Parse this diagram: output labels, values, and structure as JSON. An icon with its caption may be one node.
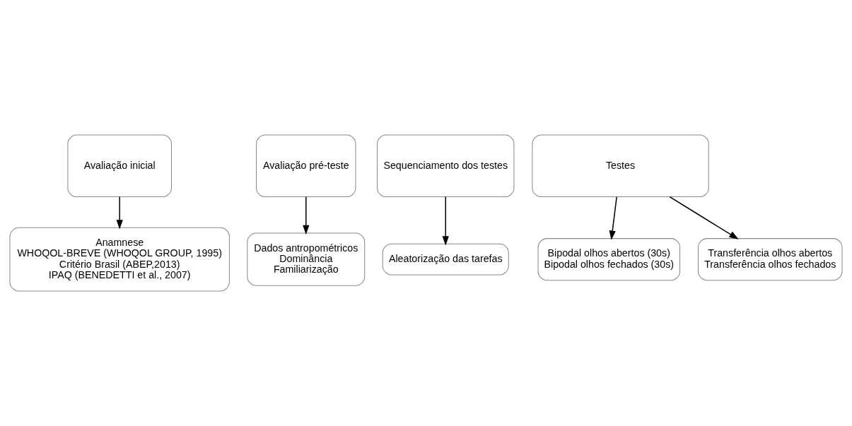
{
  "diagram": {
    "nodes": [
      {
        "text": [
          "Avaliação inicial"
        ]
      },
      {
        "text": [
          "Avaliação pré-teste"
        ]
      },
      {
        "text": [
          "Sequenciamento dos testes"
        ]
      },
      {
        "text": [
          "Testes"
        ]
      },
      {
        "text": [
          "Anamnese",
          "WHOQOL-BREVE (WHOQOL GROUP, 1995)",
          "Critério Brasil (ABEP,2013)",
          "IPAQ (BENEDETTI et al., 2007)"
        ]
      },
      {
        "text": [
          "Dados antropométricos",
          "Dominância",
          "Familiarização"
        ]
      },
      {
        "text": [
          "Aleatorização das tarefas"
        ]
      },
      {
        "text": [
          "Bipodal olhos abertos (30s)",
          "Bipodal olhos fechados (30s)"
        ]
      },
      {
        "text": [
          "Transferência olhos abertos",
          "Transferência olhos fechados"
        ]
      }
    ],
    "edges": [
      {
        "from": 0,
        "to": 4,
        "arrow": "to"
      },
      {
        "from": 1,
        "to": 5,
        "arrow": "to"
      },
      {
        "from": 2,
        "to": 6,
        "arrow": "to"
      },
      {
        "from": 3,
        "to": 7,
        "arrow": "to"
      },
      {
        "from": 3,
        "to": 8,
        "arrow": "to"
      }
    ]
  }
}
